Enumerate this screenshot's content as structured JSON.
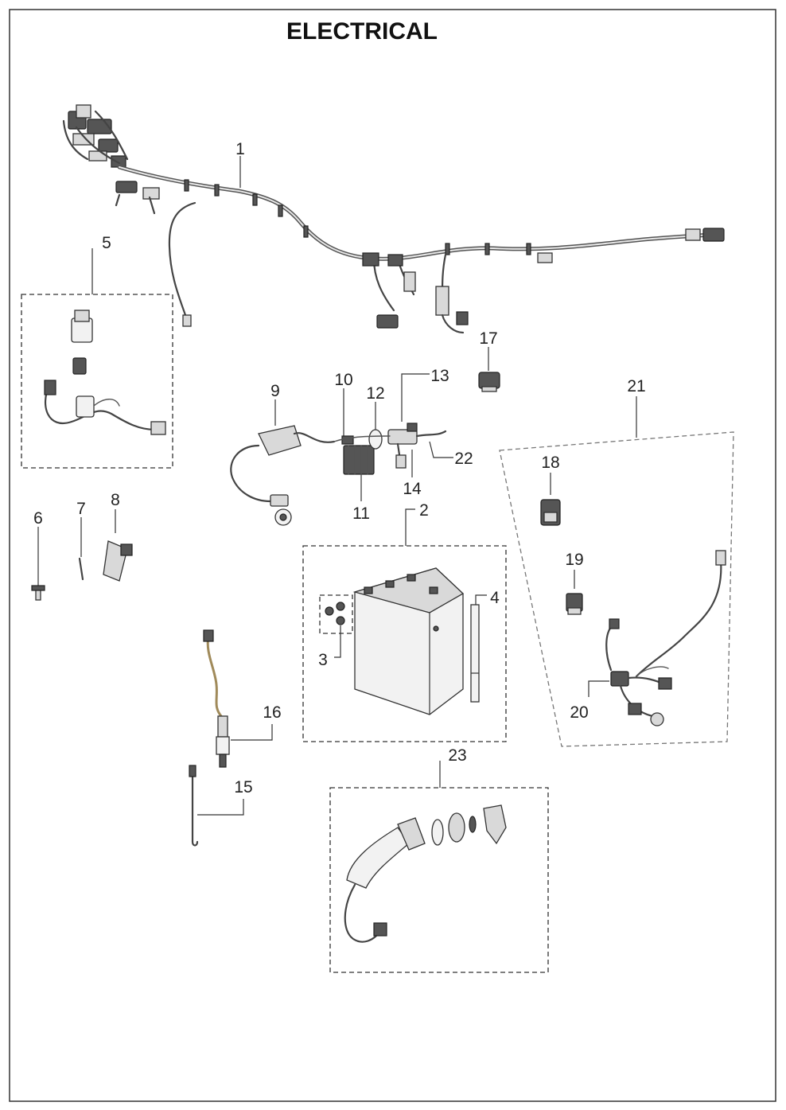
{
  "title": "ELECTRICAL",
  "callouts": {
    "c1": "1",
    "c2": "2",
    "c3": "3",
    "c4": "4",
    "c5": "5",
    "c6": "6",
    "c7": "7",
    "c8": "8",
    "c9": "9",
    "c10": "10",
    "c11": "11",
    "c12": "12",
    "c13": "13",
    "c14": "14",
    "c15": "15",
    "c16": "16",
    "c17": "17",
    "c18": "18",
    "c19": "19",
    "c20": "20",
    "c21": "21",
    "c22": "22",
    "c23": "23"
  }
}
